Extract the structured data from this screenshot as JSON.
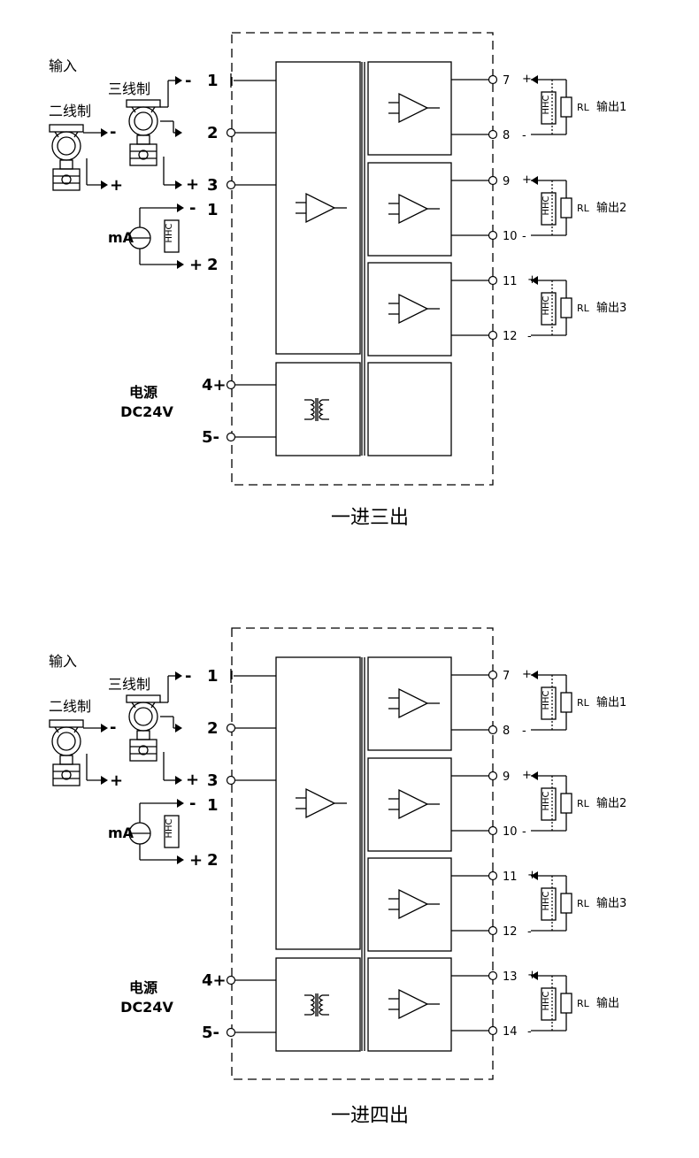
{
  "diagrams": [
    {
      "id": "d1",
      "title": "一进三出",
      "input_label": "输入",
      "two_wire_label": "二线制",
      "three_wire_label": "三线制",
      "ma_label": "mA",
      "hhc_label": "HHC",
      "power_label_1": "电源",
      "power_label_2": "DC24V",
      "in_terms": [
        "1",
        "2",
        "3"
      ],
      "ma_terms": [
        "1",
        "2"
      ],
      "sign_minus": "-",
      "sign_plus": "+",
      "power_terms": [
        "4+",
        "5-"
      ],
      "outputs": [
        {
          "pos": "7",
          "neg": "8",
          "label": "输出1",
          "rl": "RL"
        },
        {
          "pos": "9",
          "neg": "10",
          "label": "输出2",
          "rl": "RL"
        },
        {
          "pos": "11",
          "neg": "12",
          "label": "输出3",
          "rl": "RL"
        }
      ]
    },
    {
      "id": "d2",
      "title": "一进四出",
      "input_label": "输入",
      "two_wire_label": "二线制",
      "three_wire_label": "三线制",
      "ma_label": "mA",
      "hhc_label": "HHC",
      "power_label_1": "电源",
      "power_label_2": "DC24V",
      "in_terms": [
        "1",
        "2",
        "3"
      ],
      "ma_terms": [
        "1",
        "2"
      ],
      "sign_minus": "-",
      "sign_plus": "+",
      "power_terms": [
        "4+",
        "5-"
      ],
      "outputs": [
        {
          "pos": "7",
          "neg": "8",
          "label": "输出1",
          "rl": "RL"
        },
        {
          "pos": "9",
          "neg": "10",
          "label": "输出2",
          "rl": "RL"
        },
        {
          "pos": "11",
          "neg": "12",
          "label": "输出3",
          "rl": "RL"
        },
        {
          "pos": "13",
          "neg": "14",
          "label": "输出",
          "rl": "RL"
        }
      ]
    }
  ]
}
